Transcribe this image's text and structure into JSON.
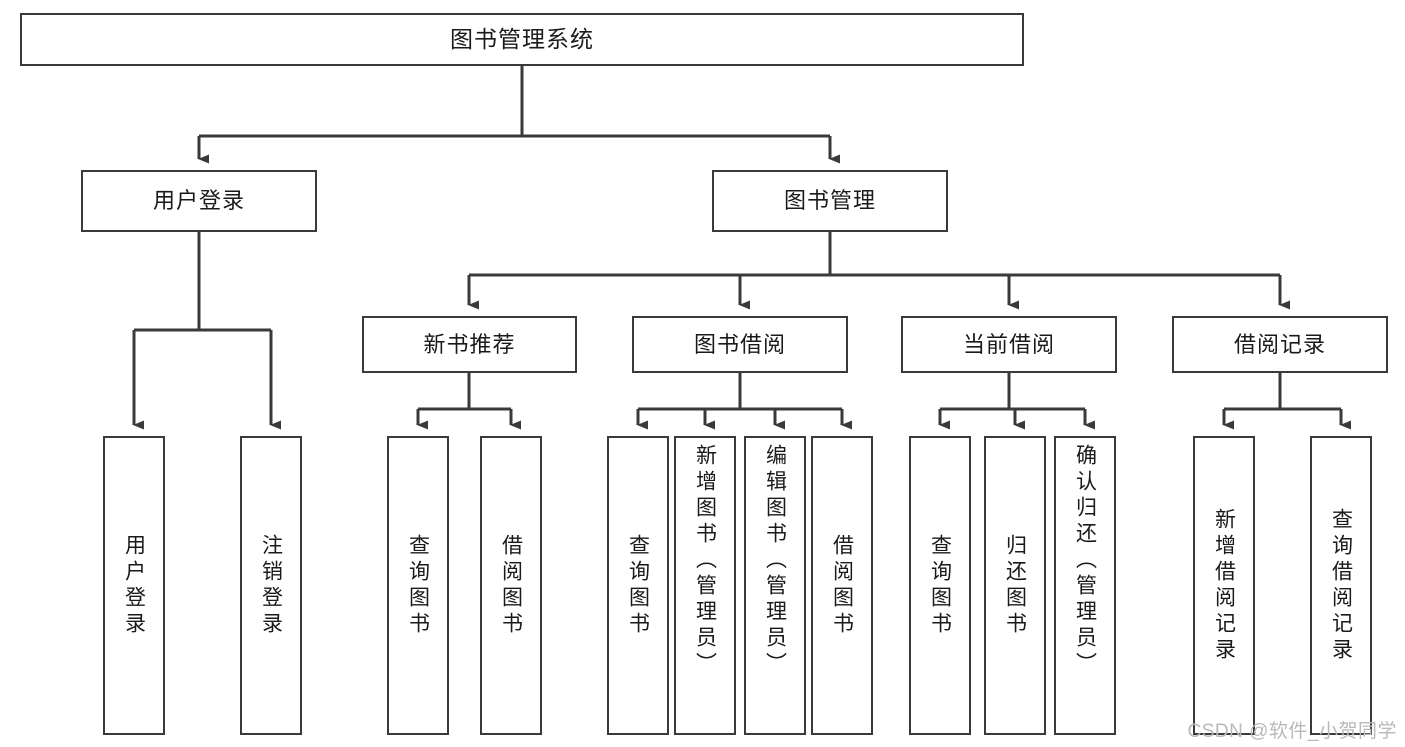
{
  "diagram": {
    "title": "图书管理系统",
    "type": "tree-hierarchy-chart",
    "root": {
      "label": "图书管理系统"
    },
    "level2": [
      {
        "label": "用户登录"
      },
      {
        "label": "图书管理"
      }
    ],
    "level3": [
      {
        "label": "新书推荐"
      },
      {
        "label": "图书借阅"
      },
      {
        "label": "当前借阅"
      },
      {
        "label": "借阅记录"
      }
    ],
    "leaves": {
      "user_login": [
        {
          "label": "用户登录"
        },
        {
          "label": "注销登录"
        }
      ],
      "new_book_recommend": [
        {
          "label": "查询图书"
        },
        {
          "label": "借阅图书"
        }
      ],
      "book_borrow": [
        {
          "label": "查询图书"
        },
        {
          "label": "新增图书（管理员）"
        },
        {
          "label": "编辑图书（管理员）"
        },
        {
          "label": "借阅图书"
        }
      ],
      "current_borrow": [
        {
          "label": "查询图书"
        },
        {
          "label": "归还图书"
        },
        {
          "label": "确认归还（管理员）"
        }
      ],
      "borrow_record": [
        {
          "label": "新增借阅记录"
        },
        {
          "label": "查询借阅记录"
        }
      ]
    }
  },
  "watermark": {
    "text": "CSDN @软件_小贺同学"
  },
  "colors": {
    "stroke": "#3a3a3a",
    "background": "#ffffff",
    "text": "#1a1a1a",
    "watermark": "#b9b9b9"
  }
}
